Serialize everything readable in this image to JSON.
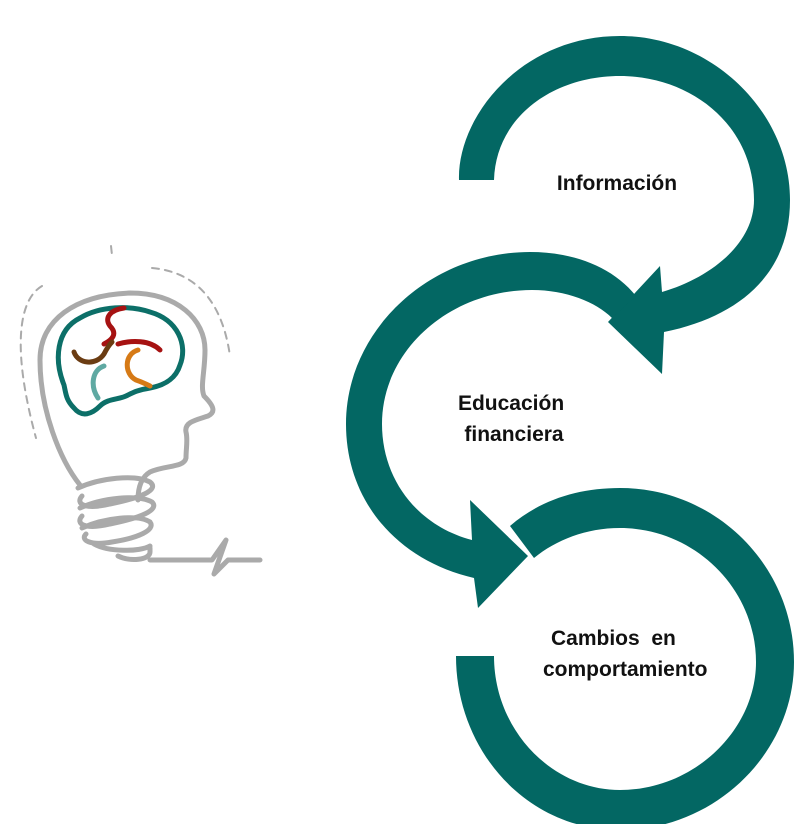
{
  "colors": {
    "cycle_arrow": "#036763",
    "bulb_outline": "#aaaaaa",
    "brain_outline": "#0c6f68",
    "brain_red": "#a61212",
    "brain_brown": "#6b3c12",
    "brain_orange": "#d67a16",
    "brain_teal": "#5fa9a2",
    "text": "#111111"
  },
  "icons": {
    "lightbulb": "lightbulb-head-icon",
    "brain": "brain-icon"
  },
  "steps": [
    {
      "lines": [
        "Información"
      ]
    },
    {
      "lines": [
        "Educación",
        "financiera"
      ]
    },
    {
      "lines": [
        "Cambios  en",
        "comportamiento"
      ]
    }
  ]
}
